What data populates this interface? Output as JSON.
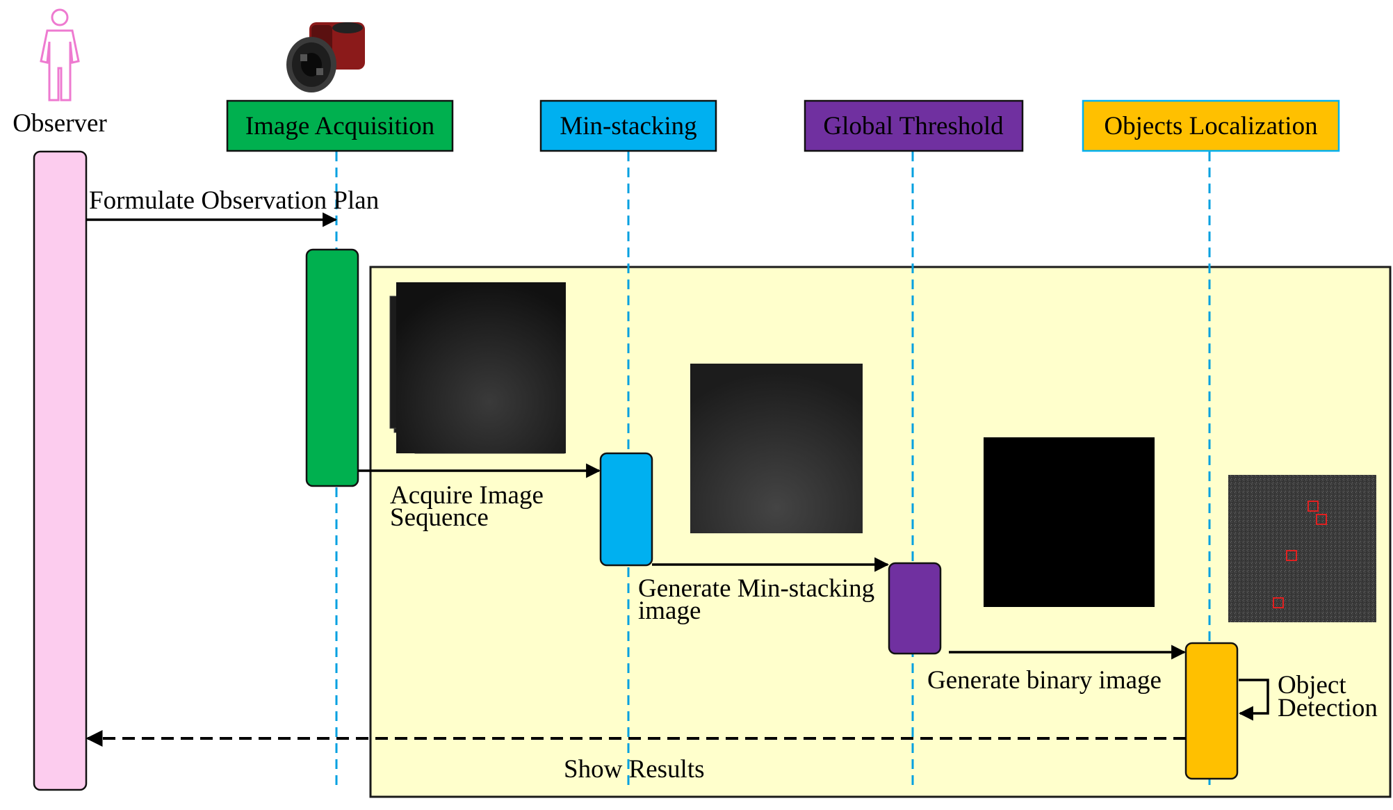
{
  "observer": {
    "label": "Observer",
    "actor_icon": "person-outline-icon",
    "camera_icon": "astronomy-camera-icon"
  },
  "participants": [
    {
      "key": "acq",
      "label": "Image Acquisition",
      "fill": "#00b04f",
      "border": "#111111"
    },
    {
      "key": "min",
      "label": "Min-stacking",
      "fill": "#00b0f0",
      "border": "#111111"
    },
    {
      "key": "thr",
      "label": "Global Threshold",
      "fill": "#7030a0",
      "border": "#111111"
    },
    {
      "key": "loc",
      "label": "Objects Localization",
      "fill": "#ffc000",
      "border": "#00b0f0"
    }
  ],
  "messages": {
    "formulate_plan": "Formulate Observation Plan",
    "acquire_line1": "Acquire Image",
    "acquire_line2": "Sequence",
    "minstack_line1": "Generate Min-stacking",
    "minstack_line2": "image",
    "binary": "Generate binary image",
    "detect_line1": "Object",
    "detect_line2": "Detection",
    "show_results": "Show Results"
  },
  "colors": {
    "observer_bar": "#fcccee",
    "actor_stroke": "#ee7ad0",
    "region_fill": "#ffffcc",
    "lifeline": "#00a0e0"
  },
  "images": [
    {
      "name": "image-sequence-stack",
      "kind": "stacked dark frames"
    },
    {
      "name": "min-stacking-image",
      "kind": "dark gray frame"
    },
    {
      "name": "binary-image",
      "kind": "black frame"
    },
    {
      "name": "detection-result-image",
      "kind": "noisy frame with 4 red markers"
    }
  ]
}
